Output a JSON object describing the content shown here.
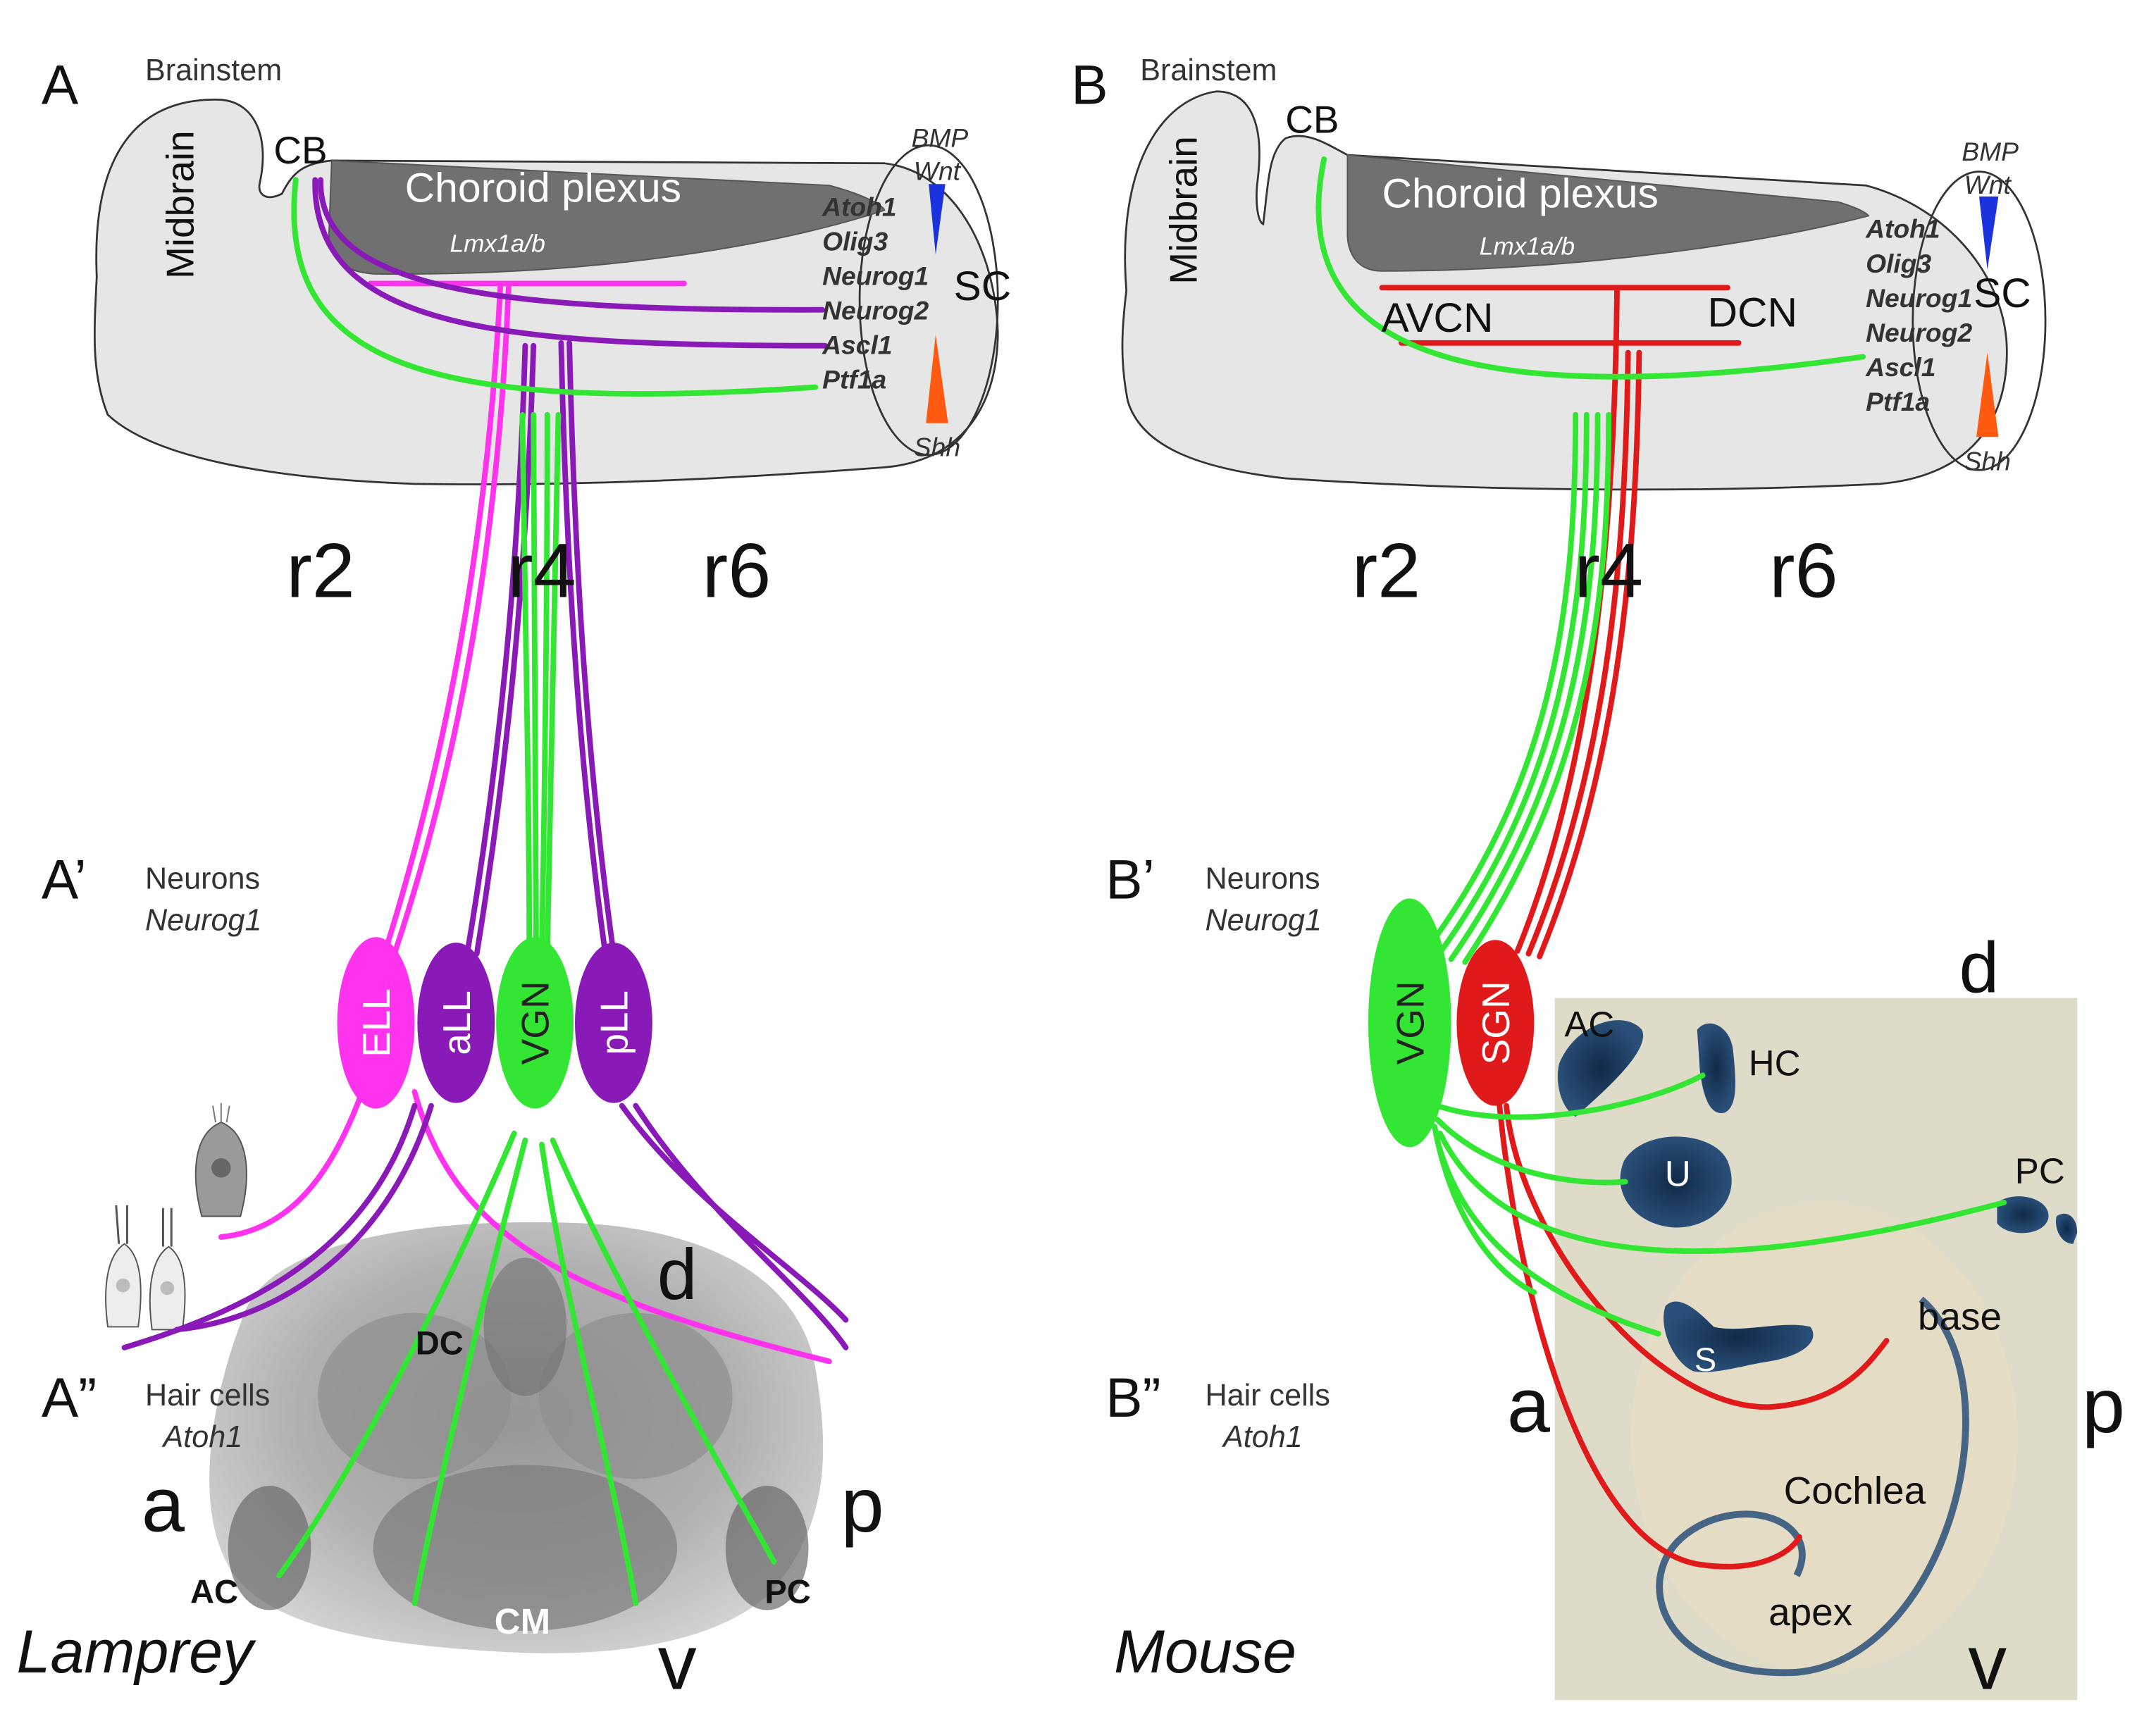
{
  "panelA": {
    "letter": "A",
    "brainstem": "Brainstem",
    "midbrain": "Midbrain",
    "cb": "CB",
    "choroid": "Choroid plexus",
    "lmx": "Lmx1a/b",
    "bmp": "BMP",
    "wnt": "Wnt",
    "genes": [
      "Atoh1",
      "Olig3",
      "Neurog1",
      "Neurog2",
      "Ascl1",
      "Ptf1a"
    ],
    "sc": "SC",
    "shh": "Shh",
    "r2": "r2",
    "r4": "r4",
    "r6": "r6",
    "aprime": "A’",
    "neurons": "Neurons",
    "neurog1": "Neurog1",
    "adprime": "A”",
    "haircells": "Hair cells",
    "atoh1": "Atoh1",
    "ganglia": [
      "ELL",
      "aLL",
      "VGN",
      "pLL"
    ],
    "dc": "DC",
    "d": "d",
    "a": "a",
    "p": "p",
    "ac": "AC",
    "pc": "PC",
    "cm": "CM",
    "v": "v",
    "species": "Lamprey"
  },
  "panelB": {
    "letter": "B",
    "brainstem": "Brainstem",
    "midbrain": "Midbrain",
    "cb": "CB",
    "choroid": "Choroid plexus",
    "lmx": "Lmx1a/b",
    "bmp": "BMP",
    "wnt": "Wnt",
    "genes": [
      "Atoh1",
      "Olig3",
      "Neurog1",
      "Neurog2",
      "Ascl1",
      "Ptf1a"
    ],
    "sc": "SC",
    "shh": "Shh",
    "avcn": "AVCN",
    "dcn": "DCN",
    "r2": "r2",
    "r4": "r4",
    "r6": "r6",
    "bprime": "B’",
    "neurons": "Neurons",
    "neurog1": "Neurog1",
    "bdprime": "B”",
    "haircells": "Hair cells",
    "atoh1": "Atoh1",
    "ganglia": [
      "VGN",
      "SGN"
    ],
    "ac": "AC",
    "hc": "HC",
    "u": "U",
    "pc": "PC",
    "s": "S",
    "d": "d",
    "a": "a",
    "p": "p",
    "v": "v",
    "base": "base",
    "cochlea": "Cochlea",
    "apex": "apex",
    "species": "Mouse"
  },
  "colors": {
    "magenta": "#ff33ee",
    "purple": "#8a1ab8",
    "green": "#33e633",
    "red": "#e01a1a",
    "brainFill": "#e6e6e6",
    "choroidFill": "#707070",
    "bmpBlue": "#1a33dd",
    "shhOrange": "#ff5a10",
    "stainBlue": "#1d3b5e"
  }
}
